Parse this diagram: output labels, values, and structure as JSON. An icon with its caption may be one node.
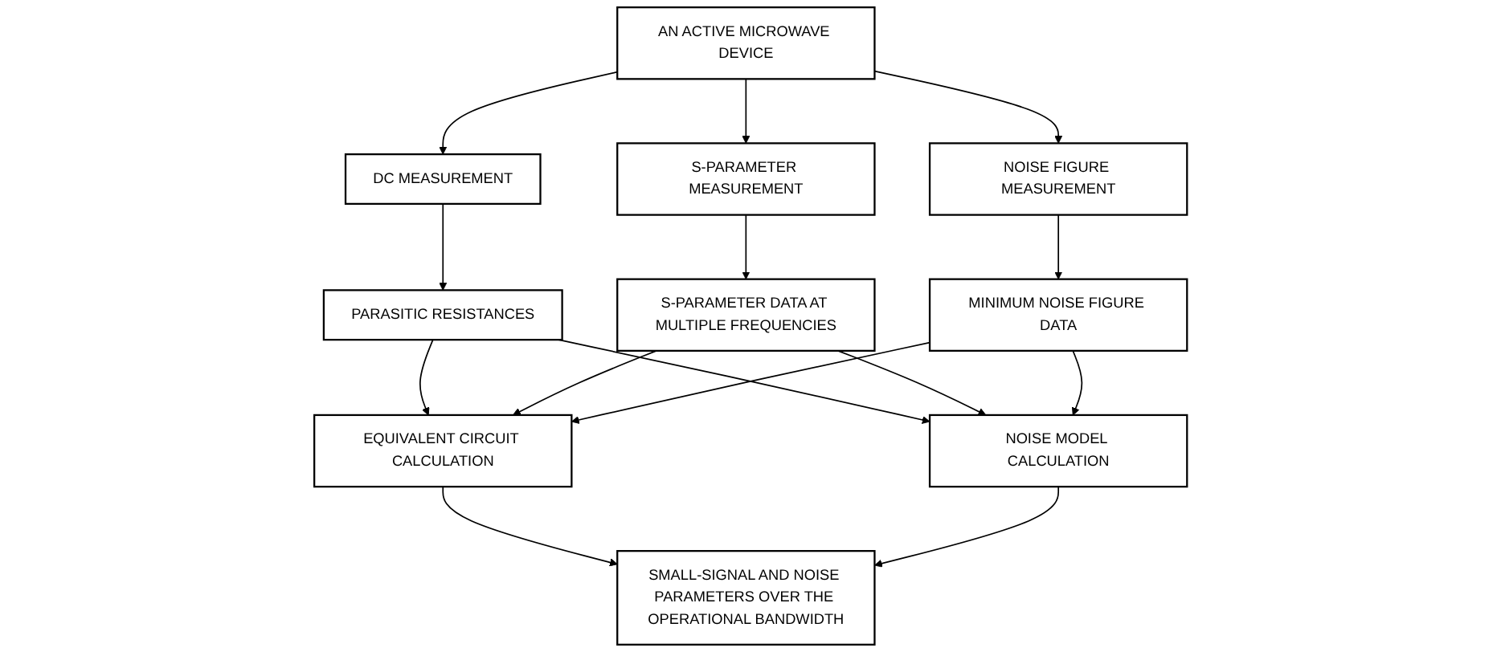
{
  "diagram": {
    "nodes": [
      {
        "text": [
          "AN ACTIVE MICROWAVE DEVICE"
        ]
      },
      {
        "text": [
          "DC MEASUREMENT"
        ]
      },
      {
        "text": [
          "S-PARAMETER MEASUREMENT"
        ]
      },
      {
        "text": [
          "NOISE FIGURE MEASUREMENT"
        ]
      },
      {
        "text": [
          "PARASITIC RESISTANCES"
        ]
      },
      {
        "text": [
          "S-PARAMETER DATA AT MULTIPLE FREQUENCIES"
        ]
      },
      {
        "text": [
          "MINIMUM NOISE FIGURE DATA"
        ]
      },
      {
        "text": [
          "EQUIVALENT CIRCUIT CALCULATION"
        ]
      },
      {
        "text": [
          "NOISE MODEL CALCULATION"
        ]
      },
      {
        "text": [
          "SMALL-SIGNAL AND NOISE PARAMETERS OVER THE OPERATIONAL BANDWIDTH"
        ]
      }
    ],
    "edges": [
      {
        "from": 0,
        "to": 1,
        "arrow": "to"
      },
      {
        "from": 0,
        "to": 2,
        "arrow": "to"
      },
      {
        "from": 0,
        "to": 3,
        "arrow": "to"
      },
      {
        "from": 1,
        "to": 4,
        "arrow": "to"
      },
      {
        "from": 2,
        "to": 5,
        "arrow": "to"
      },
      {
        "from": 3,
        "to": 6,
        "arrow": "to"
      },
      {
        "from": 4,
        "to": 7,
        "arrow": "to"
      },
      {
        "from": 5,
        "to": 7,
        "arrow": "to"
      },
      {
        "from": 6,
        "to": 7,
        "arrow": "to"
      },
      {
        "from": 4,
        "to": 8,
        "arrow": "to"
      },
      {
        "from": 5,
        "to": 8,
        "arrow": "to"
      },
      {
        "from": 6,
        "to": 8,
        "arrow": "to"
      },
      {
        "from": 7,
        "to": 9,
        "arrow": "to"
      },
      {
        "from": 8,
        "to": 9,
        "arrow": "to"
      }
    ]
  }
}
